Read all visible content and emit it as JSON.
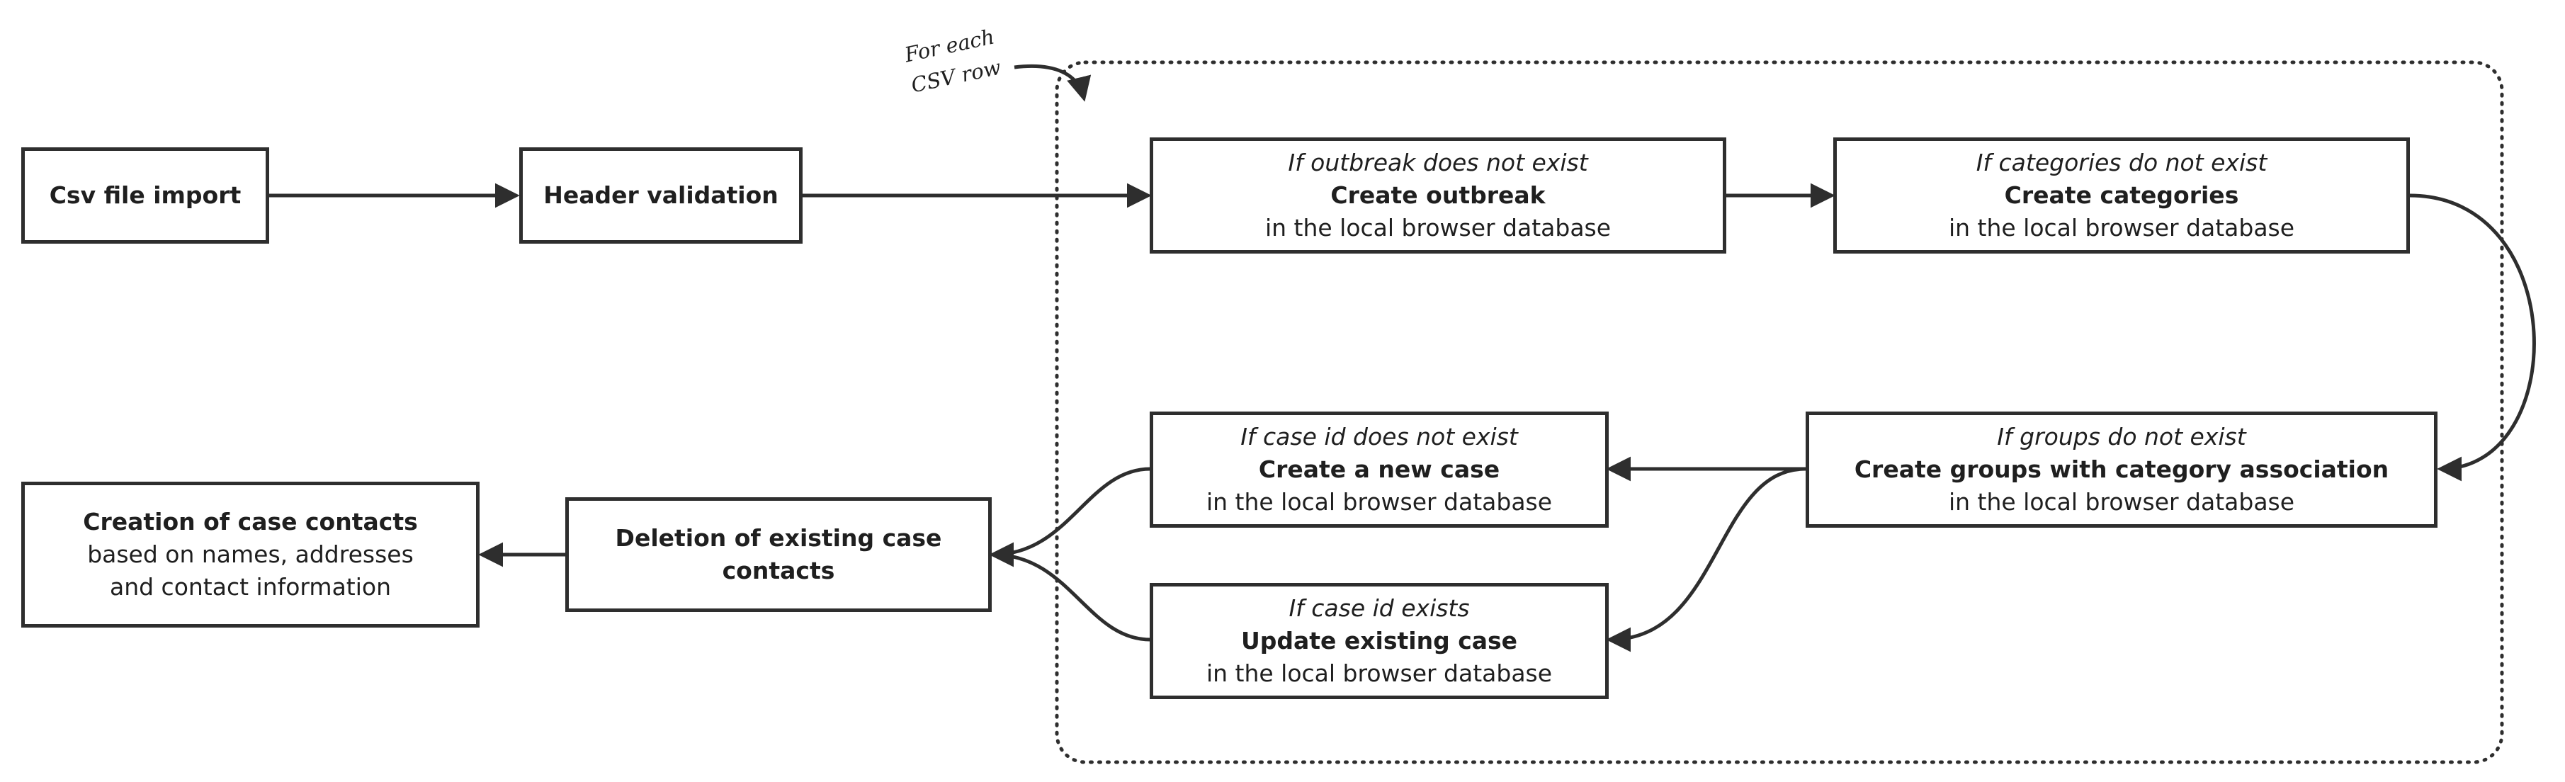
{
  "annotation": {
    "line1": "For each",
    "line2": "CSV row"
  },
  "nodes": {
    "csv_import": {
      "title": "Csv file import"
    },
    "header_validation": {
      "title": "Header validation"
    },
    "create_outbreak": {
      "condition": "If outbreak does not exist",
      "title": "Create outbreak",
      "detail": "in the local browser database"
    },
    "create_categories": {
      "condition": "If categories do not exist",
      "title": "Create categories",
      "detail": "in the local browser database"
    },
    "create_groups": {
      "condition": "If groups do not exist",
      "title": "Create groups with category association",
      "detail": "in the local browser database"
    },
    "create_case": {
      "condition": "If case id does not exist",
      "title": "Create a new case",
      "detail": "in the local browser database"
    },
    "update_case": {
      "condition": "If case id exists",
      "title": "Update existing case",
      "detail": "in the local browser database"
    },
    "delete_contacts": {
      "title": "Deletion of existing case contacts"
    },
    "create_contacts": {
      "title": "Creation of case contacts",
      "detail": "based on names, addresses\nand contact information"
    }
  }
}
